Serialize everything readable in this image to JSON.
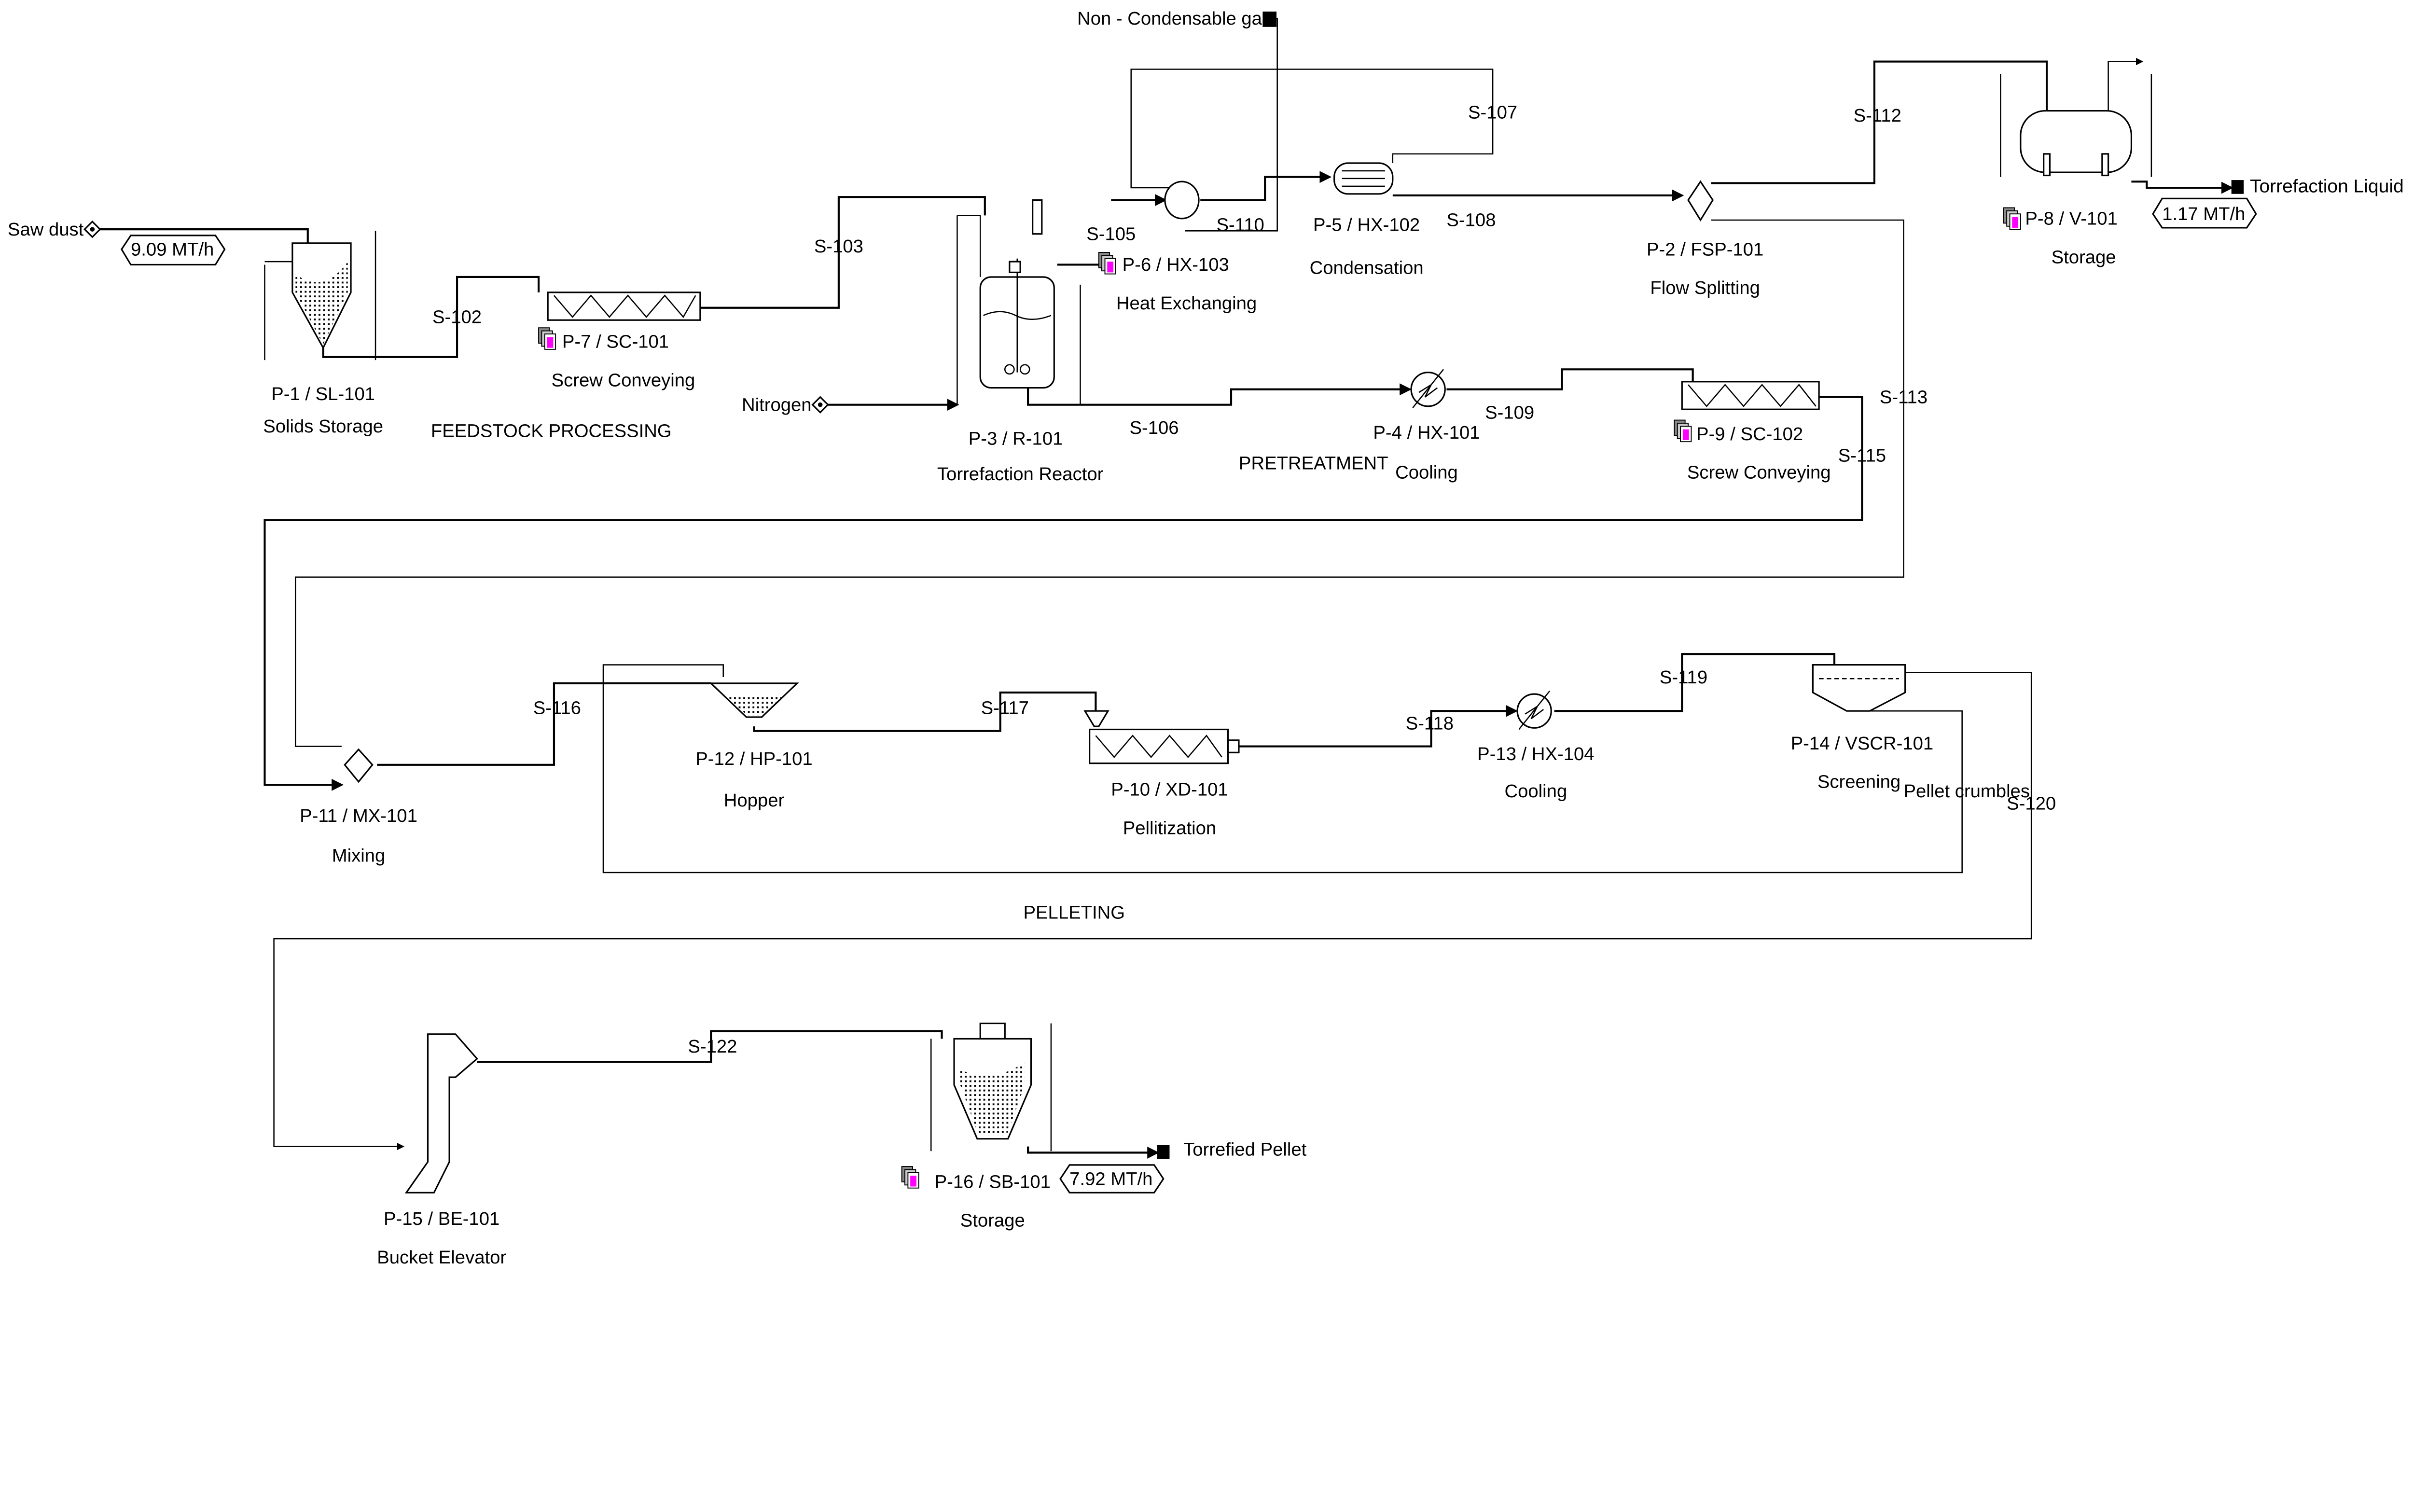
{
  "sections": {
    "feedstock": "FEEDSTOCK PROCESSING",
    "pretreatment": "PRETREATMENT",
    "pelleting": "PELLETING"
  },
  "inputs": {
    "sawdust": "Saw dust",
    "nitrogen": "Nitrogen"
  },
  "outputs": {
    "noncondensable": "Non - Condensable gas",
    "liquid": "Torrefaction Liquid",
    "pellet": "Torrefied  Pellet",
    "crumbles": "Pellet  crumbles"
  },
  "flow_rates": {
    "sawdust": "9.09 MT/h",
    "liquid": "1.17 MT/h",
    "pellet": "7.92 MT/h"
  },
  "streams": {
    "s102": "S-102",
    "s103": "S-103",
    "s105": "S-105",
    "s106": "S-106",
    "s107": "S-107",
    "s108": "S-108",
    "s109": "S-109",
    "s110": "S-110",
    "s112": "S-112",
    "s113": "S-113",
    "s115": "S-115",
    "s116": "S-116",
    "s117": "S-117",
    "s118": "S-118",
    "s119": "S-119",
    "s120": "S-120",
    "s122": "S-122"
  },
  "equipment": {
    "p1": {
      "tag": "P-1 / SL-101",
      "name": "Solids Storage"
    },
    "p2": {
      "tag": "P-2 / FSP-101",
      "name": "Flow  Splitting"
    },
    "p3": {
      "tag": "P-3 / R-101",
      "name": "Torrefaction  Reactor"
    },
    "p4": {
      "tag": "P-4 / HX-101",
      "name": "Cooling"
    },
    "p5": {
      "tag": "P-5 / HX-102",
      "name": "Condensation"
    },
    "p6": {
      "tag": "P-6 / HX-103",
      "name": "Heat Exchanging"
    },
    "p7": {
      "tag": "P-7 / SC-101",
      "name": "Screw  Conveying"
    },
    "p8": {
      "tag": "P-8 / V-101",
      "name": "Storage"
    },
    "p9": {
      "tag": "P-9 / SC-102",
      "name": "Screw  Conveying"
    },
    "p10": {
      "tag": "P-10 / XD-101",
      "name": "Pellitization"
    },
    "p11": {
      "tag": "P-11 / MX-101",
      "name": "Mixing"
    },
    "p12": {
      "tag": "P-12 / HP-101",
      "name": "Hopper"
    },
    "p13": {
      "tag": "P-13 / HX-104",
      "name": "Cooling"
    },
    "p14": {
      "tag": "P-14 / VSCR-101",
      "name": "Screening"
    },
    "p15": {
      "tag": "P-15 / BE-101",
      "name": "Bucket Elevator"
    },
    "p16": {
      "tag": "P-16 / SB-101",
      "name": "Storage"
    }
  },
  "colors": {
    "line": "#000000",
    "doc_icon": "#ff00ff"
  }
}
